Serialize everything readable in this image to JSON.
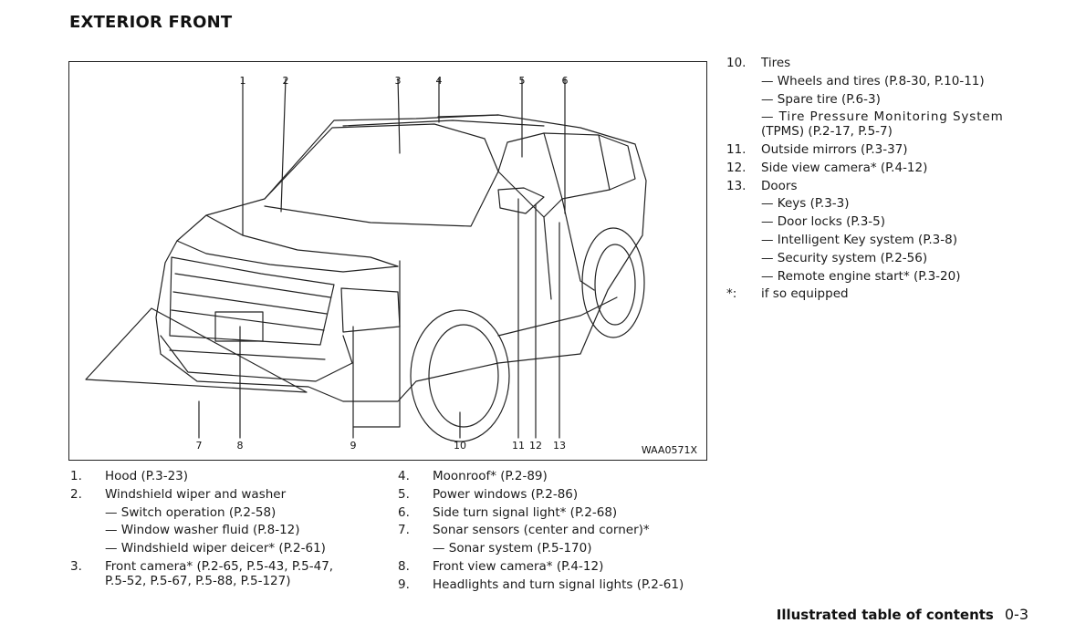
{
  "page": {
    "title": "EXTERIOR FRONT",
    "footer_section": "Illustrated table of contents",
    "footer_page": "0-3"
  },
  "figure": {
    "code": "WAA0571X",
    "callouts": [
      "1",
      "2",
      "3",
      "4",
      "5",
      "6",
      "7",
      "8",
      "9",
      "10",
      "11",
      "12",
      "13"
    ]
  },
  "left_list": [
    {
      "num": "1.",
      "text": "Hood (P.3-23)"
    },
    {
      "num": "2.",
      "text": "Windshield wiper and washer"
    },
    {
      "num": "",
      "text": "— Switch operation (P.2-58)"
    },
    {
      "num": "",
      "text": "— Window washer fluid (P.8-12)"
    },
    {
      "num": "",
      "text": "— Windshield wiper deicer* (P.2-61)"
    },
    {
      "num": "3.",
      "text": "Front camera* (P.2-65, P.5-43, P.5-47,"
    },
    {
      "num": "",
      "text": "P.5-52, P.5-67, P.5-88, P.5-127)"
    }
  ],
  "mid_list": [
    {
      "num": "4.",
      "text": "Moonroof* (P.2-89)"
    },
    {
      "num": "5.",
      "text": "Power windows (P.2-86)"
    },
    {
      "num": "6.",
      "text": "Side turn signal light* (P.2-68)"
    },
    {
      "num": "7.",
      "text": "Sonar sensors (center and corner)*"
    },
    {
      "num": "",
      "text": "— Sonar system (P.5-170)"
    },
    {
      "num": "8.",
      "text": "Front view camera* (P.4-12)"
    },
    {
      "num": "9.",
      "text": "Headlights and turn signal lights (P.2-61)"
    }
  ],
  "right_list": [
    {
      "num": "10.",
      "text": "Tires"
    },
    {
      "num": "",
      "text": "— Wheels and tires (P.8-30, P.10-11)"
    },
    {
      "num": "",
      "text": "— Spare tire (P.6-3)"
    },
    {
      "num": "",
      "text": "— Tire Pressure Monitoring System"
    },
    {
      "num": "",
      "text": "(TPMS) (P.2-17, P.5-7)"
    },
    {
      "num": "11.",
      "text": "Outside mirrors (P.3-37)"
    },
    {
      "num": "12.",
      "text": "Side view camera* (P.4-12)"
    },
    {
      "num": "13.",
      "text": "Doors"
    },
    {
      "num": "",
      "text": "— Keys (P.3-3)"
    },
    {
      "num": "",
      "text": "— Door locks (P.3-5)"
    },
    {
      "num": "",
      "text": "— Intelligent Key system (P.3-8)"
    },
    {
      "num": "",
      "text": "— Security system (P.2-56)"
    },
    {
      "num": "",
      "text": "— Remote engine start* (P.3-20)"
    },
    {
      "num": "*:",
      "text": "if so equipped"
    }
  ]
}
